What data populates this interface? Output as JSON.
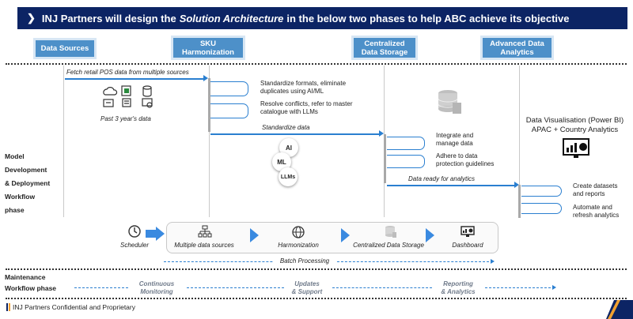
{
  "header": {
    "title_prefix": "INJ Partners will design the",
    "title_emphasis": "Solution Architecture",
    "title_suffix": "in the below two phases to help ABC achieve its objective"
  },
  "phases": [
    {
      "label_line1": "Data Sources",
      "label_line2": ""
    },
    {
      "label_line1": "SKU",
      "label_line2": "Harmonization"
    },
    {
      "label_line1": "Centralized",
      "label_line2": "Data Storage"
    },
    {
      "label_line1": "Advanced Data",
      "label_line2": "Analytics"
    }
  ],
  "data_sources": {
    "fetch_text": "Fetch retail POS data from multiple sources",
    "past_data": "Past 3 year's data"
  },
  "sku": {
    "item1_line1": "Standardize formats, eliminate",
    "item1_line2": "duplicates using AI/ML",
    "item2_line1": "Resolve conflicts, refer to master",
    "item2_line2": "catalogue with LLMs",
    "standardize": "Standardize data",
    "pills": [
      "AI",
      "ML",
      "LLMs"
    ]
  },
  "storage": {
    "item1_line1": "Integrate and",
    "item1_line2": "manage data",
    "item2_line1": "Adhere to data",
    "item2_line2": "protection guidelines",
    "ready": "Data ready for analytics"
  },
  "analytics": {
    "vis_line1": "Data Visualisation (Power BI)",
    "vis_line2": "APAC + Country Analytics",
    "item1_line1": "Create datasets",
    "item1_line2": "and reports",
    "item2_line1": "Automate and",
    "item2_line2": "refresh analytics"
  },
  "side_labels": {
    "model": [
      "Model",
      "Development",
      "& Deployment",
      "Workflow",
      "phase"
    ],
    "maintenance": [
      "Maintenance",
      "Workflow phase"
    ]
  },
  "workflow": {
    "scheduler": "Scheduler",
    "steps": [
      "Multiple data sources",
      "Harmonization",
      "Centralized Data Storage",
      "Dashboard"
    ],
    "batch": "Batch Processing"
  },
  "maintenance": [
    {
      "line1": "Continuous",
      "line2": "Monitoring"
    },
    {
      "line1": "Updates",
      "line2": "& Support"
    },
    {
      "line1": "Reporting",
      "line2": "& Analytics"
    }
  ],
  "footer": {
    "brand": "INJ Partners",
    "text": "Confidential and Proprietary"
  },
  "colors": {
    "title_bg": "#0c2464",
    "phase_bg": "#4d90c9",
    "accent_blue": "#2a7fd0",
    "footer_orange": "#f0a030"
  }
}
